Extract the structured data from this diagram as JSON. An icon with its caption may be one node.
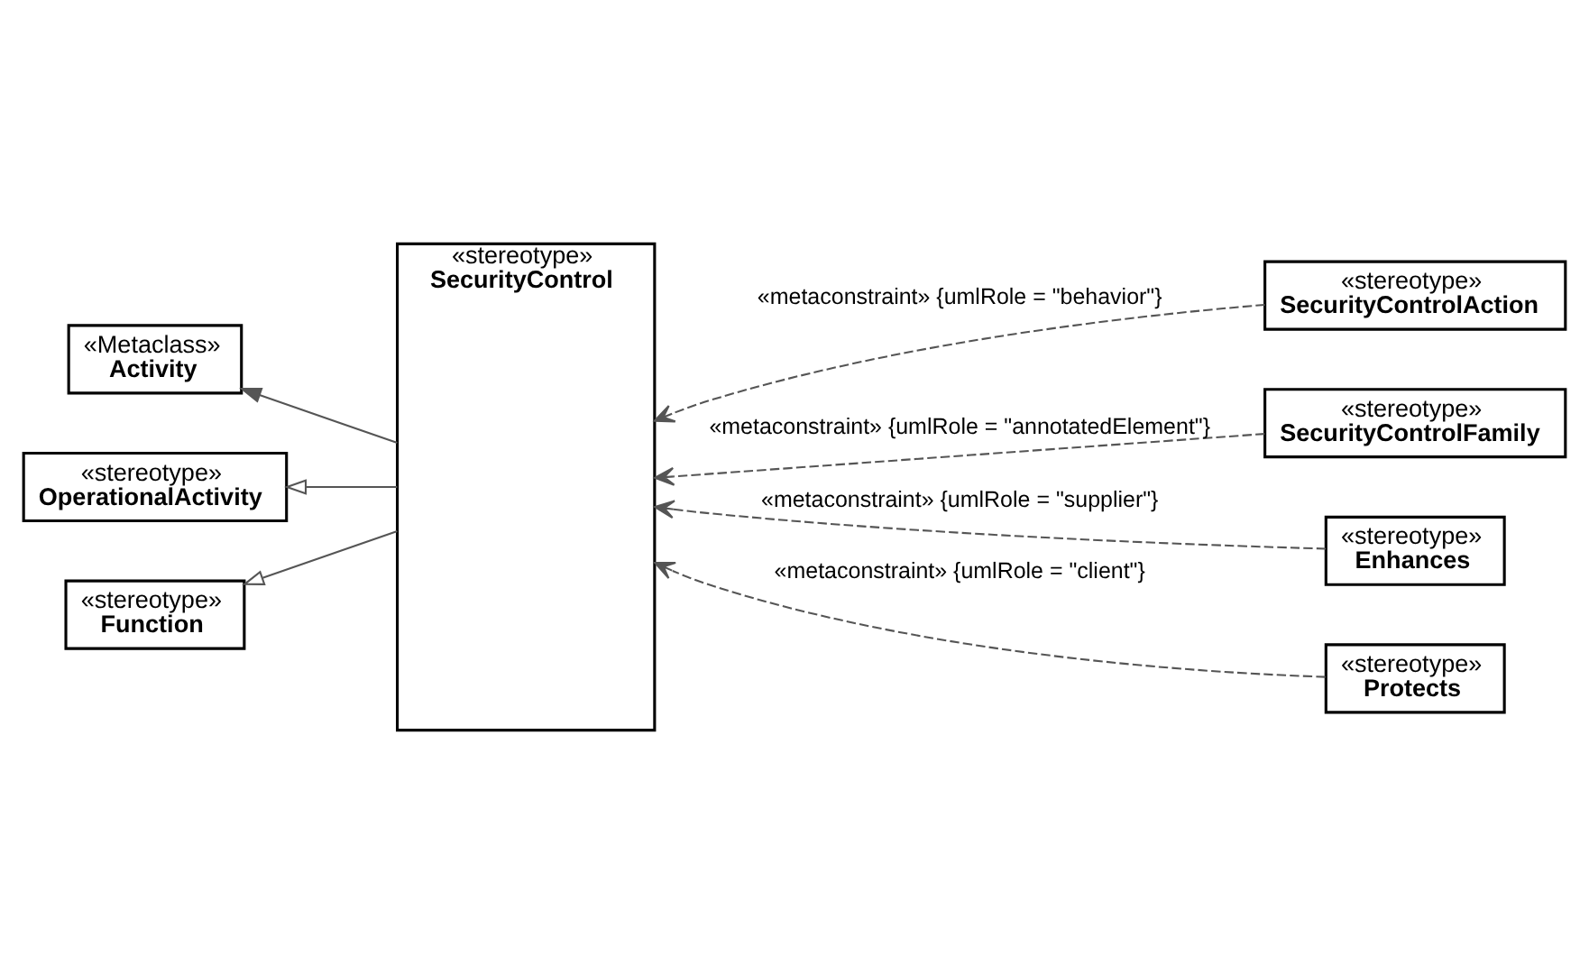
{
  "diagram": {
    "nodes": [
      {
        "text": [
          "«Metaclass»",
          "Activity"
        ]
      },
      {
        "text": [
          "«stereotype»",
          "OperationalActivity"
        ]
      },
      {
        "text": [
          "«stereotype»",
          "Function"
        ]
      },
      {
        "text": [
          "«stereotype»",
          "SecurityControl"
        ]
      },
      {
        "text": [
          "«stereotype»",
          "SecurityControlAction"
        ]
      },
      {
        "text": [
          "«stereotype»",
          "SecurityControlFamily"
        ]
      },
      {
        "text": [
          "«stereotype»",
          "Enhances"
        ]
      },
      {
        "text": [
          "«stereotype»",
          "Protects"
        ]
      }
    ],
    "edges": [
      {
        "from": 3,
        "to": 0,
        "arrow": "to"
      },
      {
        "from": 3,
        "to": 1,
        "arrow": "to"
      },
      {
        "from": 3,
        "to": 2,
        "arrow": "to"
      },
      {
        "from": 4,
        "to": 3,
        "arrow": "to",
        "style": "dashed",
        "label": "«metaconstraint» {umlRole = \"behavior\"}"
      },
      {
        "from": 5,
        "to": 3,
        "arrow": "to",
        "style": "dashed",
        "label": "«metaconstraint» {umlRole = \"annotatedElement\"}"
      },
      {
        "from": 6,
        "to": 3,
        "arrow": "to",
        "style": "dashed",
        "label": "«metaconstraint» {umlRole = \"supplier\"}"
      },
      {
        "from": 7,
        "to": 3,
        "arrow": "to",
        "style": "dashed",
        "label": "«metaconstraint» {umlRole = \"client\"}"
      }
    ]
  }
}
